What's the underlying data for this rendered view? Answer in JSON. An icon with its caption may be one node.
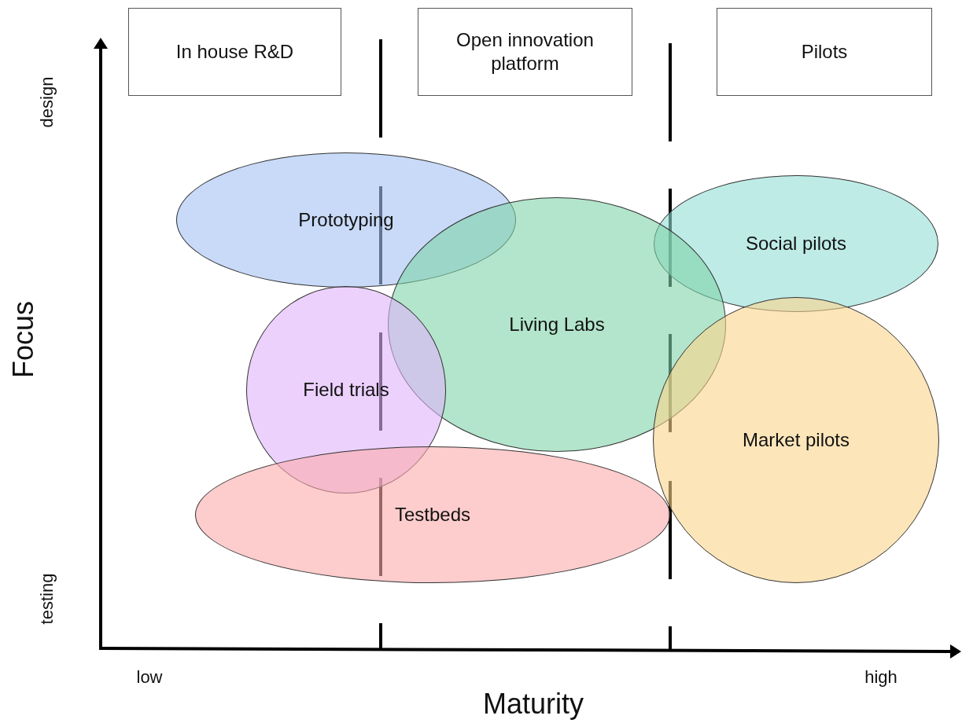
{
  "diagram": {
    "nodes": [
      {
        "text": [
          "In house R&D"
        ]
      },
      {
        "text": [
          "Open innovation platform"
        ]
      },
      {
        "text": [
          "Pilots"
        ]
      },
      {
        "text": [
          "Prototyping"
        ]
      },
      {
        "text": [
          "Social pilots"
        ]
      },
      {
        "text": [
          "Living Labs"
        ]
      },
      {
        "text": [
          "Field trials"
        ]
      },
      {
        "text": [
          "Market pilots"
        ]
      },
      {
        "text": [
          "Testbeds"
        ]
      }
    ],
    "labels": [
      "design",
      "Focus",
      "testing",
      "low",
      "Maturity",
      "high"
    ]
  }
}
